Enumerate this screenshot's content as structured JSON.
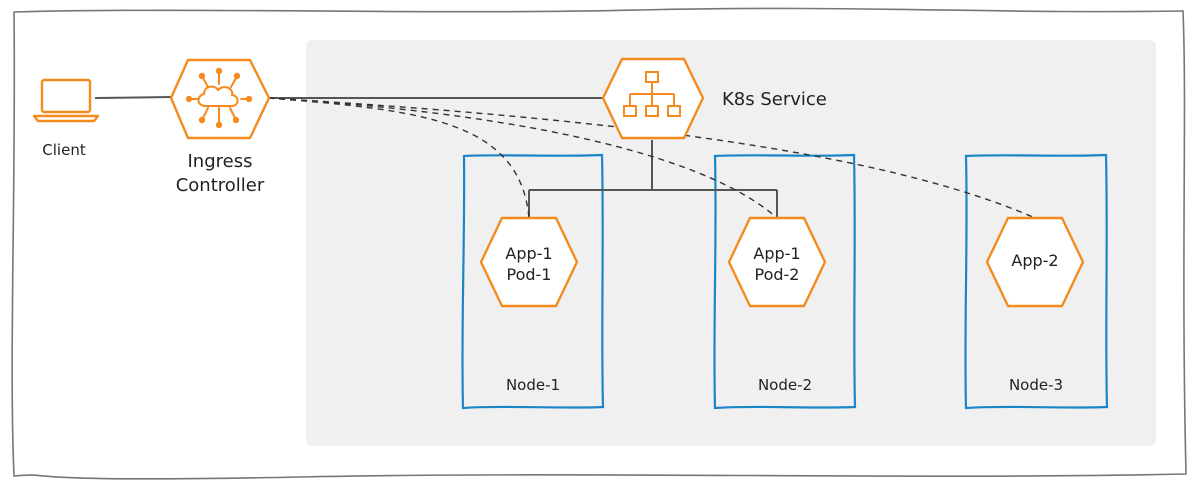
{
  "client": {
    "label": "Client",
    "icon": "laptop-icon"
  },
  "ingress": {
    "line1": "Ingress",
    "line2": "Controller",
    "icon": "cloud-network-icon"
  },
  "service": {
    "label": "K8s Service",
    "icon": "hierarchy-icon"
  },
  "nodes": [
    {
      "label": "Node-1",
      "pod_line1": "App-1",
      "pod_line2": "Pod-1"
    },
    {
      "label": "Node-2",
      "pod_line1": "App-1",
      "pod_line2": "Pod-2"
    },
    {
      "label": "Node-3",
      "pod_line1": "App-2",
      "pod_line2": ""
    }
  ],
  "colors": {
    "accent_orange": "#F58A1F",
    "node_border_blue": "#1A86C8",
    "cluster_bg": "#F0F0F0",
    "line_dark": "#555555",
    "frame": "#777777"
  }
}
